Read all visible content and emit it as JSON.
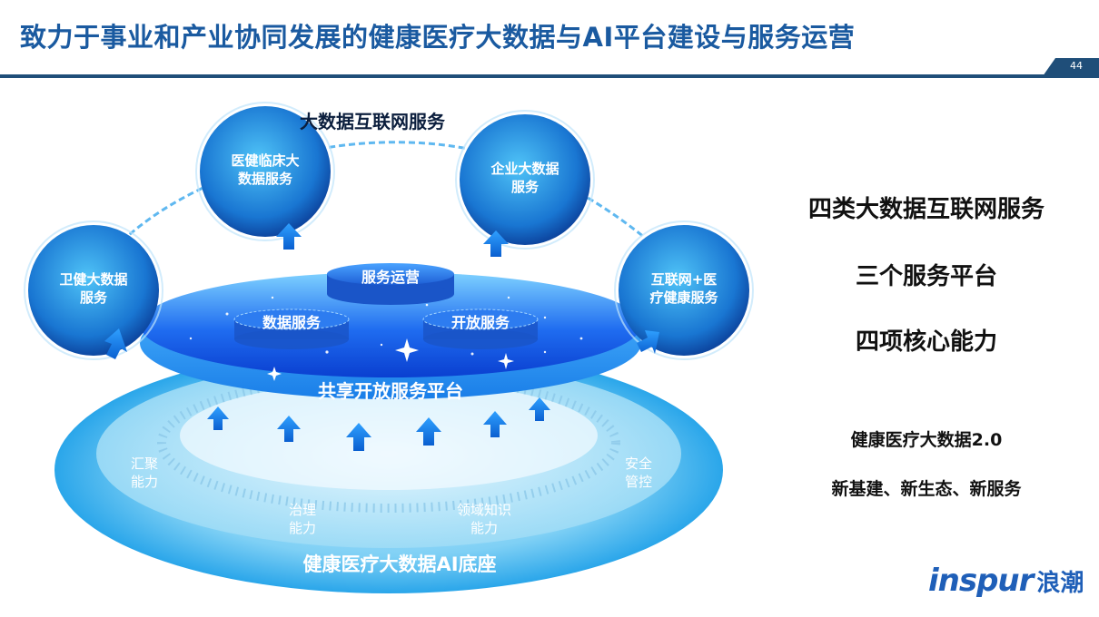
{
  "header": {
    "title": "致力于事业和产业协同发展的健康医疗大数据与AI平台建设与服务运营",
    "page_number": "44"
  },
  "diagram": {
    "top_label": "大数据互联网服务",
    "services": [
      {
        "line1": "卫健大数据",
        "line2": "服务"
      },
      {
        "line1": "医健临床大",
        "line2": "数据服务"
      },
      {
        "line1": "企业大数据",
        "line2": "服务"
      },
      {
        "line1": "互联网+医",
        "line2": "疗健康服务"
      }
    ],
    "platform_modules": {
      "top": "服务运营",
      "left": "数据服务",
      "right": "开放服务"
    },
    "platform_label": "共享开放服务平台",
    "base_capabilities": {
      "aggregate": {
        "line1": "汇聚",
        "line2": "能力"
      },
      "governance": {
        "line1": "治理",
        "line2": "能力"
      },
      "domain_knowledge": {
        "line1": "领域知识",
        "line2": "能力"
      },
      "security": {
        "line1": "安全",
        "line2": "管控"
      }
    },
    "base_label": "健康医疗大数据AI底座"
  },
  "summary": {
    "line1": "四类大数据互联网服务",
    "line2": "三个服务平台",
    "line3": "四项核心能力",
    "line4": "健康医疗大数据2.0",
    "line5": "新基建、新生态、新服务"
  },
  "logo": {
    "word": "inspur",
    "cn": "浪潮"
  },
  "colors": {
    "title": "#1a5aa0",
    "rule": "#1f4e79",
    "accent": "#1e88e5"
  }
}
